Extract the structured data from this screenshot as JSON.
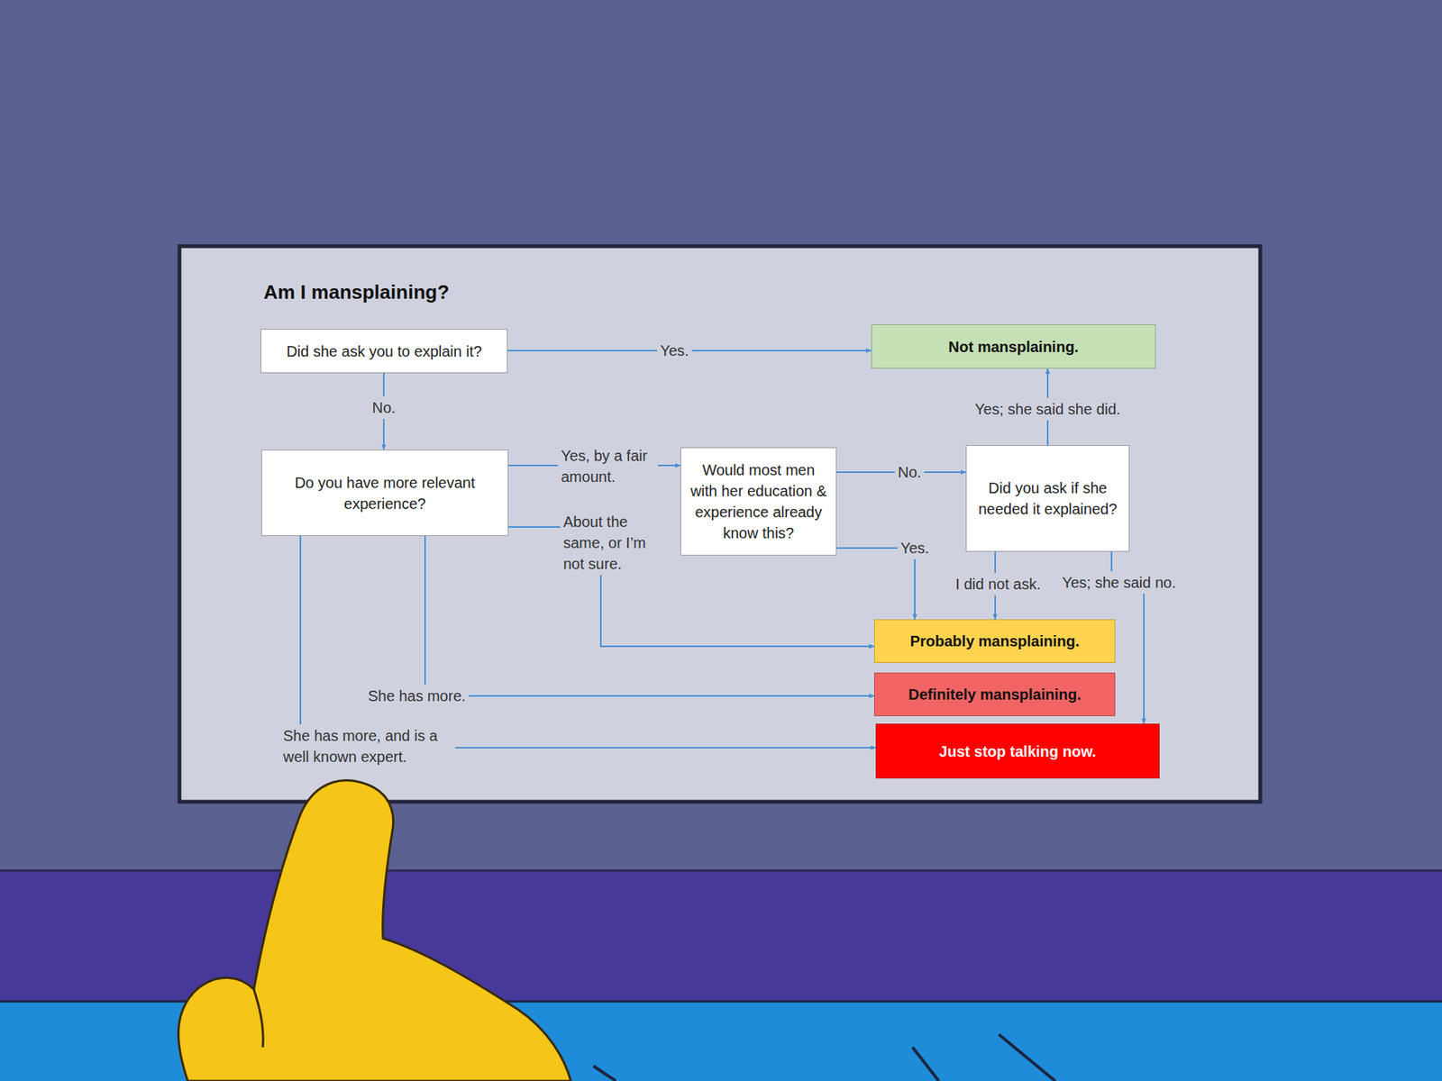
{
  "diagram": {
    "title": "Am I mansplaining?",
    "nodes": [
      {
        "text": [
          "Did she ask you to explain it?"
        ]
      },
      {
        "text": [
          "Not mansplaining."
        ]
      },
      {
        "text": [
          "Do you have more relevant experience?"
        ]
      },
      {
        "text": [
          "Would most men with her education & experience already know this?"
        ]
      },
      {
        "text": [
          "Did you ask if she needed it explained?"
        ]
      },
      {
        "text": [
          "Probably mansplaining."
        ]
      },
      {
        "text": [
          "Definitely mansplaining."
        ]
      },
      {
        "text": [
          "Just stop talking now."
        ]
      }
    ],
    "edges": [
      {
        "from": 0,
        "to": 1,
        "label": "Yes.",
        "arrow": "to"
      },
      {
        "from": 0,
        "to": 2,
        "label": "No.",
        "arrow": "to"
      },
      {
        "from": 2,
        "to": 3,
        "label": "Yes, by a fair amount.",
        "arrow": "to"
      },
      {
        "from": 2,
        "to": 5,
        "label": "About the same, or I’m not sure.",
        "arrow": "to"
      },
      {
        "from": 2,
        "to": 6,
        "label": "She has more.",
        "arrow": "to"
      },
      {
        "from": 2,
        "to": 7,
        "label": "She has more, and is a well known expert.",
        "arrow": "to"
      },
      {
        "from": 3,
        "to": 4,
        "label": "No.",
        "arrow": "to"
      },
      {
        "from": 3,
        "to": 5,
        "label": "Yes.",
        "arrow": "to"
      },
      {
        "from": 4,
        "to": 1,
        "label": "Yes; she said she did.",
        "arrow": "to"
      },
      {
        "from": 4,
        "to": 5,
        "label": "I did not ask.",
        "arrow": "to"
      },
      {
        "from": 4,
        "to": 7,
        "label": "Yes; she said no.",
        "arrow": "to"
      }
    ]
  }
}
